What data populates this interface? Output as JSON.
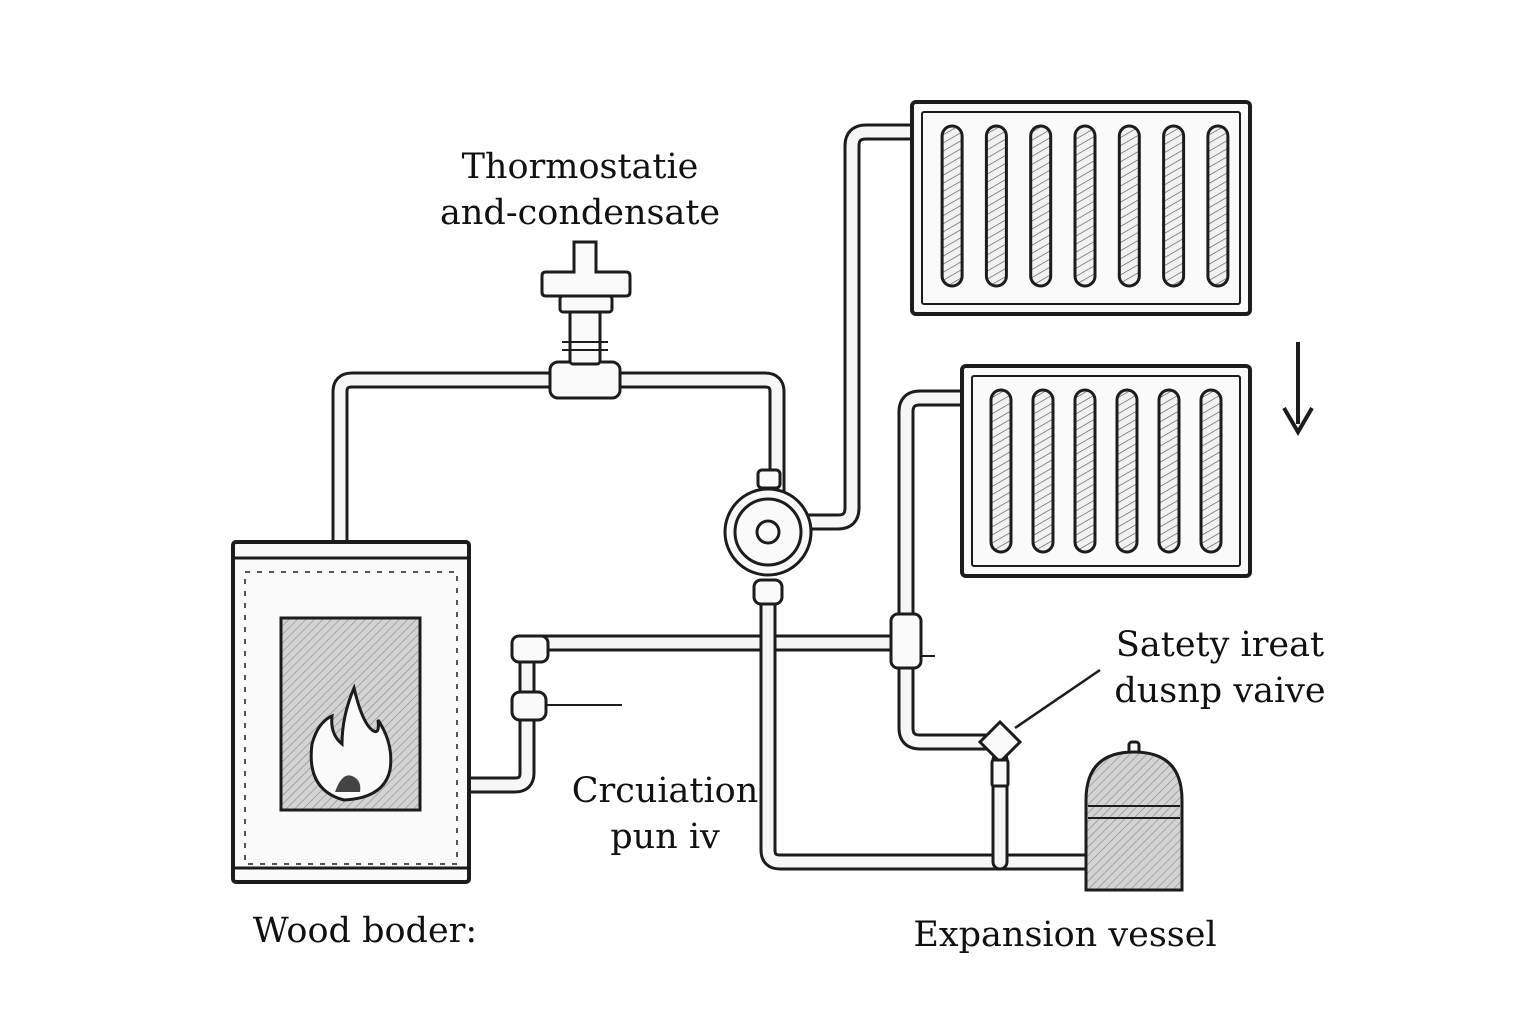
{
  "labels": {
    "thermostatic_valve": [
      "Thormostatie",
      "and-condensate"
    ],
    "safety_valve": [
      "Satety ireat",
      "dusnp vaive"
    ],
    "circulation_pump": [
      "Crcuiation",
      "pun iv"
    ],
    "wood_boiler": "Wood boder:",
    "expansion_vessel": "Expansion vessel"
  },
  "components": [
    "wood-boiler-icon",
    "thermostatic-valve-icon",
    "circulation-pump-icon",
    "radiator-upper-icon",
    "radiator-lower-icon",
    "safety-valve-icon",
    "expansion-vessel-icon",
    "flow-arrow-down-icon"
  ],
  "radiators": {
    "upper_fin_count": 7,
    "lower_fin_count": 6
  },
  "colors": {
    "ink": "#1c1c1c",
    "paper": "#ffffff",
    "pipe_fill": "#f6f6f6",
    "window_shade": "#cfcfcf"
  }
}
